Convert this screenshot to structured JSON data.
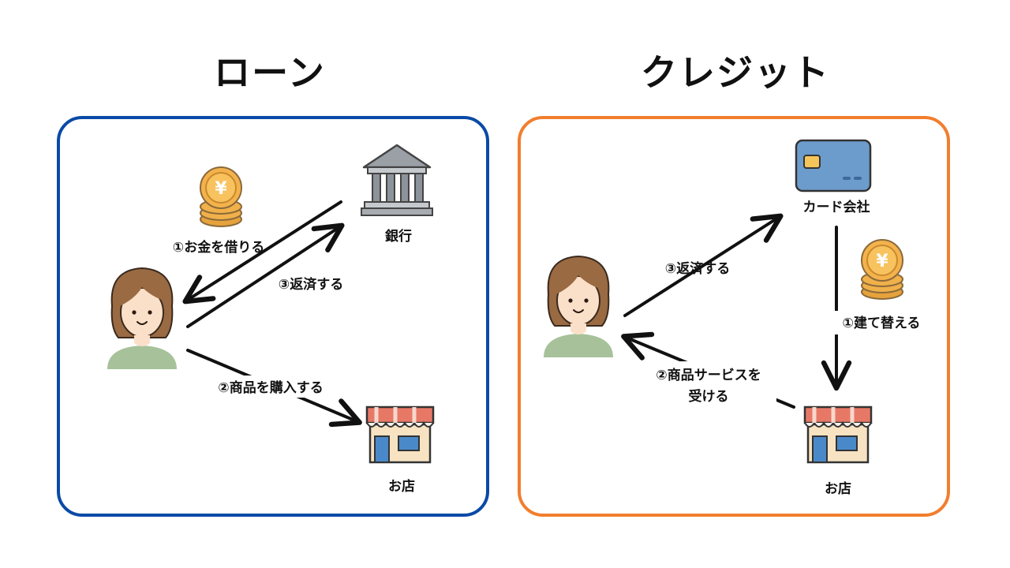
{
  "loan": {
    "title": "ローン",
    "labels": {
      "borrow": "①お金を借りる",
      "repay": "③返済する",
      "purchase": "②商品を購入する",
      "bank": "銀行",
      "shop": "お店"
    }
  },
  "credit": {
    "title": "クレジット",
    "labels": {
      "card_company": "カード会社",
      "repay": "③返済する",
      "advance": "①建て替える",
      "receive_line1": "②商品サービスを",
      "receive_line2": "受ける",
      "shop": "お店"
    }
  },
  "colors": {
    "loan_border": "#0a4aa6",
    "credit_border": "#f17e2e",
    "arrow": "#111111"
  },
  "icons": [
    "coin-stack-icon",
    "bank-icon",
    "person-icon",
    "shop-icon",
    "credit-card-icon"
  ]
}
